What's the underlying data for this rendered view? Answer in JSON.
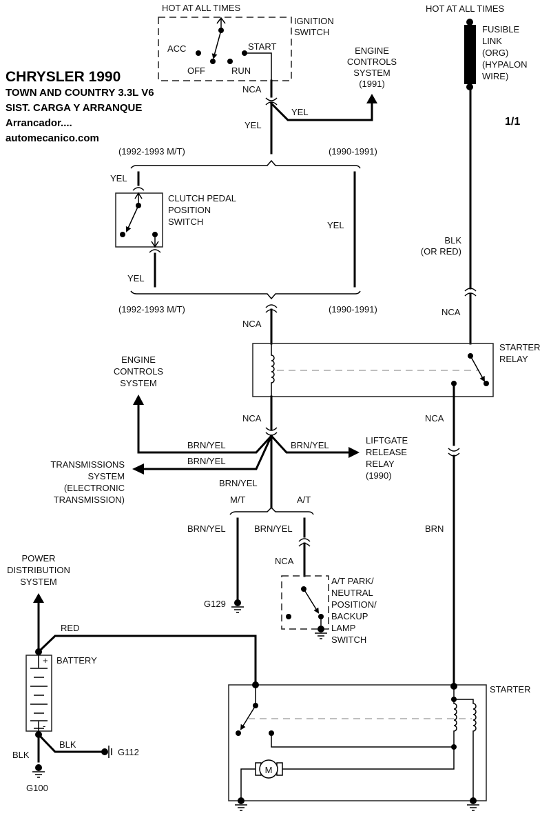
{
  "header": {
    "make_year": "CHRYSLER 1990",
    "model": "TOWN AND COUNTRY  3.3L  V6",
    "system": "SIST. CARGA Y ARRANQUE",
    "component": "Arrancador....",
    "site": "automecanico.com"
  },
  "page_indicator": "1/1",
  "ignition_switch": {
    "hot_label": "HOT AT ALL TIMES",
    "name_line1": "IGNITION",
    "name_line2": "SWITCH",
    "positions": [
      "ACC",
      "OFF",
      "RUN",
      "START"
    ]
  },
  "fusible_link": {
    "hot_label": "HOT AT ALL TIMES",
    "lines": [
      "FUSIBLE",
      "LINK",
      "(ORG)",
      "(HYPALON",
      "WIRE)"
    ]
  },
  "engine_controls_top": {
    "lines": [
      "ENGINE",
      "CONTROLS",
      "SYSTEM",
      "(1991)"
    ]
  },
  "wires": {
    "nca": "NCA",
    "yel": "YEL",
    "brn_yel": "BRN/YEL",
    "blk_or_red_1": "BLK",
    "blk_or_red_2": "(OR RED)",
    "brn": "BRN",
    "red": "RED",
    "blk": "BLK"
  },
  "variants": {
    "mt_9293": "(1992-1993 M/T)",
    "y9091": "(1990-1991)",
    "mt": "M/T",
    "at": "A/T"
  },
  "clutch_switch": {
    "lines": [
      "CLUTCH PEDAL",
      "POSITION",
      "SWITCH"
    ]
  },
  "starter_relay": {
    "lines": [
      "STARTER",
      "RELAY"
    ]
  },
  "engine_controls_mid": {
    "lines": [
      "ENGINE",
      "CONTROLS",
      "SYSTEM"
    ]
  },
  "transmission_system": {
    "lines": [
      "TRANSMISSIONS",
      "SYSTEM",
      "(ELECTRONIC",
      "TRANSMISSION)"
    ]
  },
  "liftgate_relay": {
    "lines": [
      "LIFTGATE",
      "RELEASE",
      "RELAY",
      "(1990)"
    ]
  },
  "park_neutral_switch": {
    "lines": [
      "A/T PARK/",
      "NEUTRAL",
      "POSITION/",
      "BACKUP",
      "LAMP",
      "SWITCH"
    ]
  },
  "power_distribution": {
    "lines": [
      "POWER",
      "DISTRIBUTION",
      "SYSTEM"
    ]
  },
  "battery": {
    "label": "BATTERY",
    "plus": "+",
    "minus": "-"
  },
  "grounds": {
    "g100": "G100",
    "g112": "G112",
    "g129": "G129"
  },
  "starter": {
    "label": "STARTER",
    "motor": "M"
  }
}
